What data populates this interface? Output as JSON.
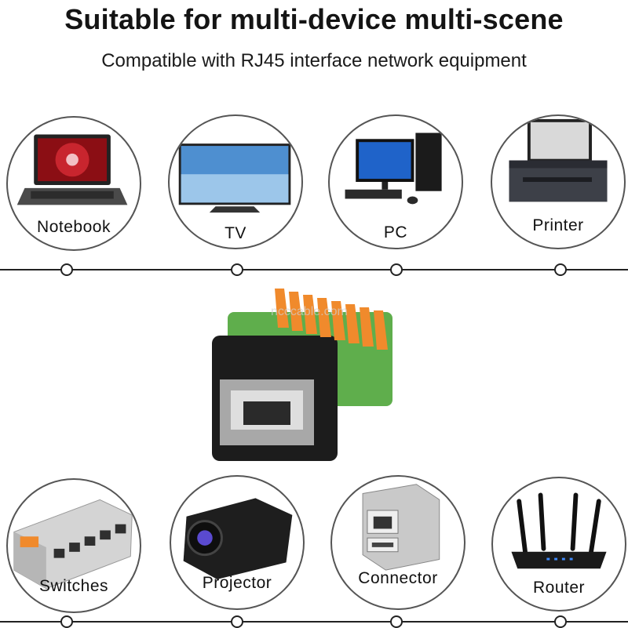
{
  "header": {
    "title": "Suitable for multi-device multi-scene",
    "subtitle": "Compatible with RJ45 interface network equipment"
  },
  "devices_top": [
    {
      "label": "Notebook",
      "icon": "laptop-icon"
    },
    {
      "label": "TV",
      "icon": "tv-icon"
    },
    {
      "label": "PC",
      "icon": "pc-icon"
    },
    {
      "label": "Printer",
      "icon": "printer-icon"
    }
  ],
  "devices_bottom": [
    {
      "label": "Switches",
      "icon": "switch-icon"
    },
    {
      "label": "Projector",
      "icon": "projector-icon"
    },
    {
      "label": "Connector",
      "icon": "connector-icon"
    },
    {
      "label": "Router",
      "icon": "router-icon"
    }
  ],
  "product": {
    "watermark": "ncccable.com",
    "colors": {
      "body": "#1c1c1c",
      "terminals": "#f08a2c",
      "terminal_base": "#5fae4c",
      "jack": "#a8a8a8"
    }
  }
}
